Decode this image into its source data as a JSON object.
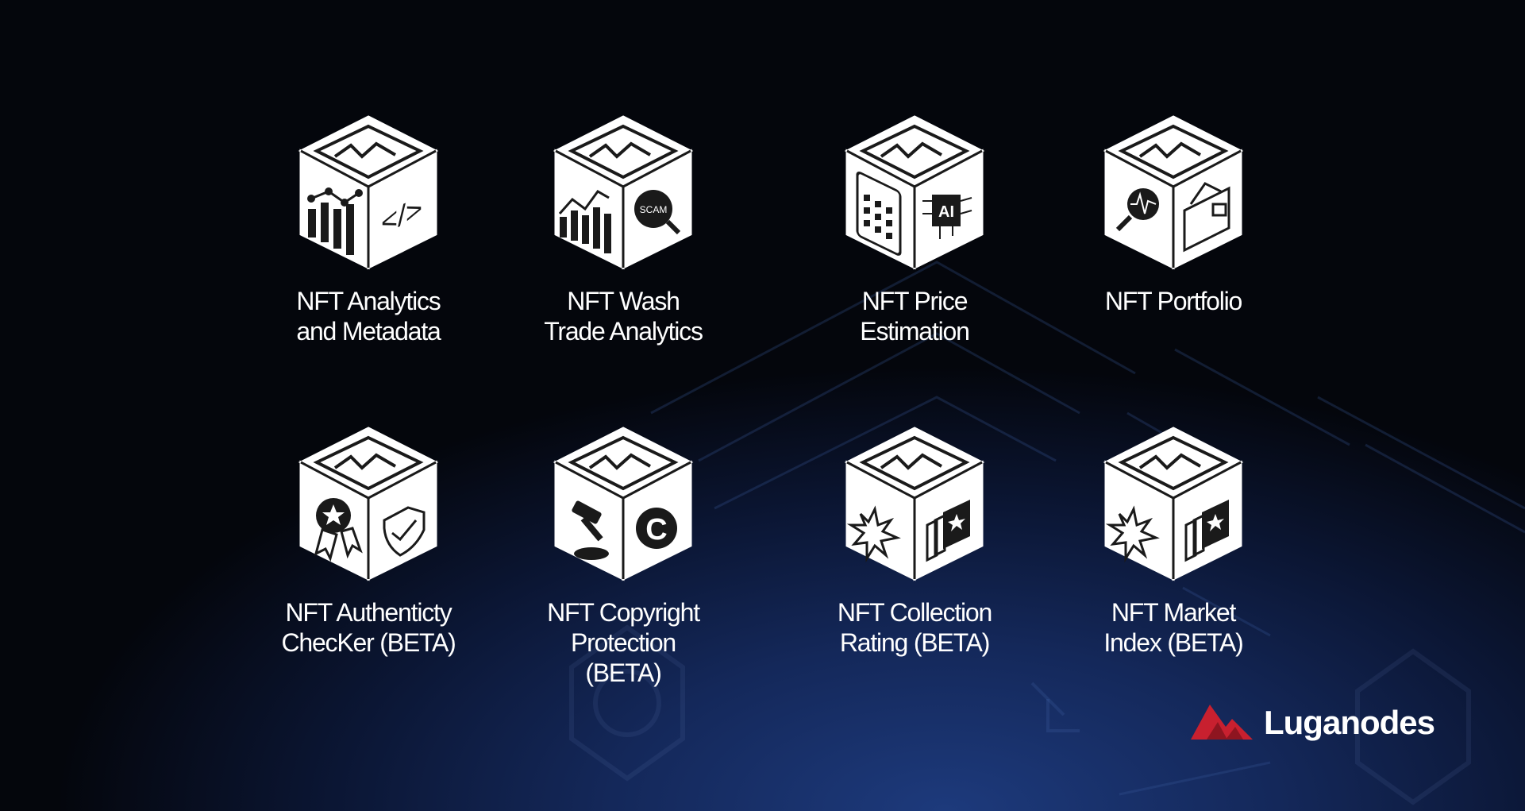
{
  "tiles": [
    {
      "lines": [
        "NFT Analytics",
        "and Metadata"
      ],
      "icons": "bar-chart-icon, code-icon"
    },
    {
      "lines": [
        "NFT Wash",
        "Trade Analytics"
      ],
      "icons": "chart-icon, scam-magnifier-icon"
    },
    {
      "lines": [
        "NFT Price",
        "Estimation"
      ],
      "icons": "calculator-icon, ai-chip-icon"
    },
    {
      "lines": [
        "NFT Portfolio"
      ],
      "icons": "heartbeat-magnifier-icon, wallet-icon"
    },
    {
      "lines": [
        "NFT Authenticty",
        "ChecKer (BETA)"
      ],
      "icons": "award-badge-icon, shield-icon"
    },
    {
      "lines": [
        "NFT Copyright",
        "Protection",
        "(BETA)"
      ],
      "icons": "gavel-icon, copyright-icon"
    },
    {
      "lines": [
        "NFT Collection",
        "Rating (BETA)"
      ],
      "icons": "burst-icon, card-stack-icon"
    },
    {
      "lines": [
        "NFT Market",
        "Index (BETA)"
      ],
      "icons": "burst-icon, card-stack-icon"
    }
  ],
  "brand": {
    "name": "Luganodes",
    "logo_color": "#c8202f"
  },
  "colors": {
    "background_top": "#04060c",
    "background_glow": "#1d3a7c",
    "text": "#ffffff"
  }
}
